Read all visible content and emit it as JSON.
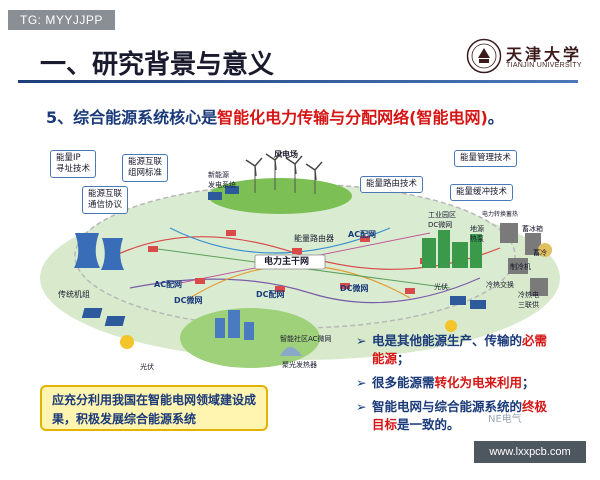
{
  "watermark_top": "TG: MYYJJPP",
  "title": "一、研究背景与意义",
  "logo": {
    "name_cn": "天津大学",
    "name_en": "TIANJIN UNIVERSITY"
  },
  "subtitle": {
    "prefix": "5、综合能源系统核心是",
    "highlight": "智能化电力传输与分配网络(智能电网)",
    "suffix": "。"
  },
  "diagram": {
    "tags": {
      "energy_ip": "能量IP\n寻址技术",
      "energy_interconnect": "能源互联\n组网标准",
      "energy_protocol": "能源互联\n通信协议",
      "energy_mgmt": "能量管理技术",
      "energy_routing": "能量路由技术",
      "energy_buffer": "能量缓冲技术"
    },
    "labels": {
      "wind_farm": "风电场",
      "new_energy": "新能源\n发电系统",
      "energy_router": "能量路由器",
      "ac_grid_1": "AC配网",
      "main_grid": "电力主干网",
      "ac_grid_2": "AC配网",
      "dc_grid_1": "DC微网",
      "dc_grid_2": "DC配网",
      "dc_grid_3": "DC微网",
      "traditional_unit": "传统机组",
      "industrial_park": "工业园区\nDC微网",
      "geothermal": "地源\n热泵",
      "power_heat": "电力转换蓄热",
      "ice_storage": "蓄冰箱",
      "cold_storage": "蓄冷",
      "refrigerator": "制冷机",
      "pv_1": "光伏",
      "cold_heat_exchange": "冷热交换",
      "cchp": "冷热电\n三联供",
      "smart_community": "智能社区AC微网",
      "pv_2": "光伏",
      "concentrator": "聚光发热器"
    }
  },
  "callout": "应充分利用我国在智能电网领域建设成果，积极发展综合能源系统",
  "bullets": [
    {
      "mark": "➢",
      "text": "电是其他能源生产、传输的",
      "red": "必需能源",
      "tail": "；"
    },
    {
      "mark": "➢",
      "text": "很多能源需",
      "red": "转化为电来利用",
      "tail": "；"
    },
    {
      "mark": "➢",
      "text": "智能电网与综合能源系统的",
      "red": "终极目标",
      "tail": "是一致的。"
    }
  ],
  "watermark_ne": "NE电气",
  "watermark_url": "www.lxxpcb.com",
  "colors": {
    "title_blue": "#1a3a7a",
    "highlight_red": "#d61515",
    "callout_bg": "#fff4b0",
    "tag_border": "#4a78b8"
  }
}
